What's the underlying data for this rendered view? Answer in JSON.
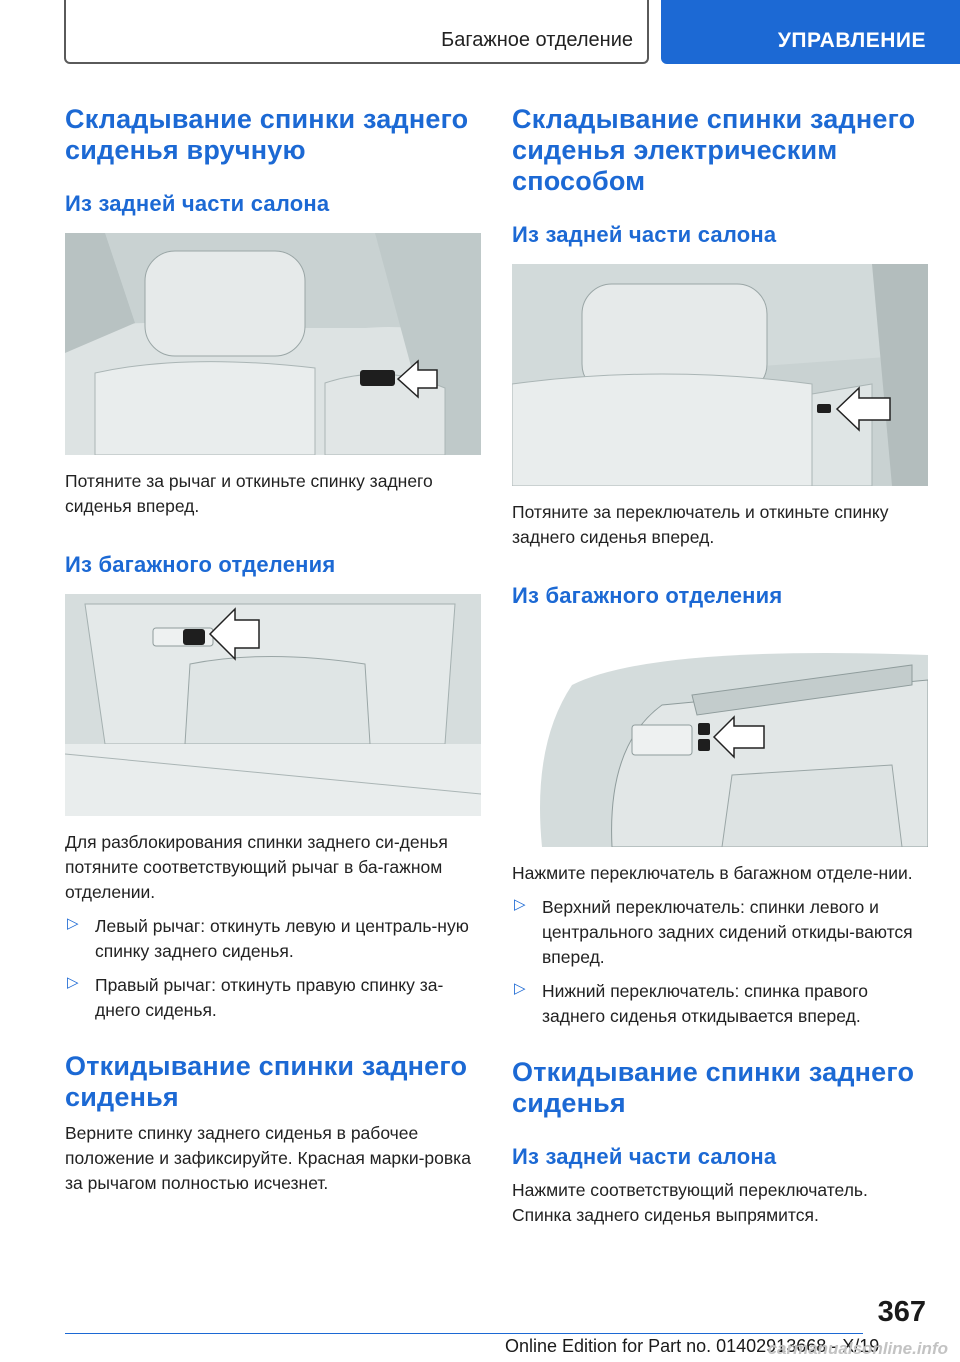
{
  "header": {
    "section_title": "Багажное отделение",
    "chapter_title": "УПРАВЛЕНИЕ"
  },
  "left": {
    "heading1": "Складывание спинки заднего сиденья вручную",
    "sub1": "Из задней части салона",
    "text1": "Потяните за рычаг и откиньте спинку заднего сиденья вперед.",
    "sub2": "Из багажного отделения",
    "text2": "Для разблокирования спинки заднего си-денья потяните соответствующий рычаг в ба-гажном отделении.",
    "bullets": [
      "Левый рычаг: откинуть левую и централь-ную спинку заднего сиденья.",
      "Правый рычаг: откинуть правую спинку за-днего сиденья."
    ],
    "heading2": "Откидывание спинки заднего сиденья",
    "text3": "Верните спинку заднего сиденья в рабочее положение и зафиксируйте. Красная марки-ровка за рычагом полностью исчезнет."
  },
  "right": {
    "heading1": "Складывание спинки заднего сиденья электрическим способом",
    "sub1": "Из задней части салона",
    "text1": "Потяните за переключатель и откиньте спинку заднего сиденья вперед.",
    "sub2": "Из багажного отделения",
    "text2": "Нажмите переключатель в багажном отделе-нии.",
    "bullets": [
      "Верхний переключатель: спинки левого и центрального задних сидений откиды-ваются вперед.",
      "Нижний переключатель: спинка правого заднего сиденья откидывается вперед."
    ],
    "heading2": "Откидывание спинки заднего сиденья",
    "sub3": "Из задней части салона",
    "text3": "Нажмите соответствующий переключатель. Спинка заднего сиденья выпрямится."
  },
  "bullet_glyph": "▷",
  "footer": {
    "page_number": "367",
    "edition": "Online Edition for Part no. 01402913668 - X/19",
    "watermark": "carmanualsonline.info"
  },
  "colors": {
    "accent": "#1c69d4",
    "text": "#1a1a1a"
  },
  "icons": [
    "arrow-pointer-icon"
  ]
}
